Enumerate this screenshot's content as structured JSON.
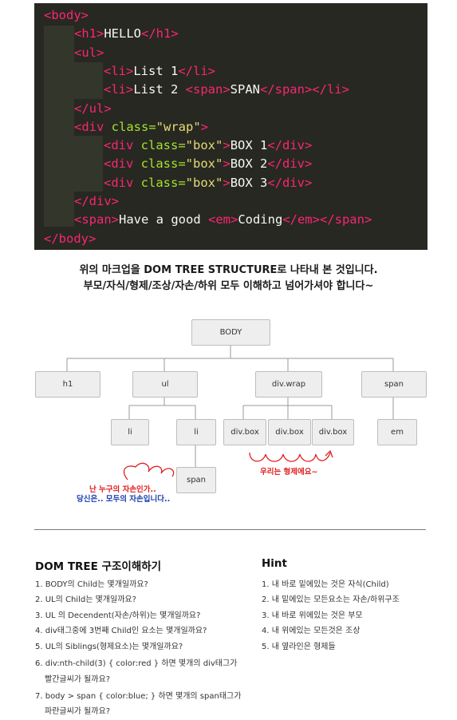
{
  "code": {
    "lines": [
      [
        [
          "tag",
          "<body>"
        ]
      ],
      [
        [
          "tag",
          "<h1>"
        ],
        [
          "txt",
          "HELLO"
        ],
        [
          "tag",
          "</h1>"
        ]
      ],
      [
        [
          "tag",
          "<ul>"
        ]
      ],
      [
        [
          "tag",
          "<li>"
        ],
        [
          "txt",
          "List 1"
        ],
        [
          "tag",
          "</li>"
        ]
      ],
      [
        [
          "tag",
          "<li>"
        ],
        [
          "txt",
          "List 2 "
        ],
        [
          "tag",
          "<span>"
        ],
        [
          "txt",
          "SPAN"
        ],
        [
          "tag",
          "</span></li>"
        ]
      ],
      [
        [
          "tag",
          "</ul>"
        ]
      ],
      [
        [
          "tag",
          "<div "
        ],
        [
          "attr",
          "class="
        ],
        [
          "str",
          "\"wrap\""
        ],
        [
          "tag",
          ">"
        ]
      ],
      [
        [
          "tag",
          "<div "
        ],
        [
          "attr",
          "class="
        ],
        [
          "str",
          "\"box\""
        ],
        [
          "tag",
          ">"
        ],
        [
          "txt",
          "BOX 1"
        ],
        [
          "tag",
          "</div>"
        ]
      ],
      [
        [
          "tag",
          "<div "
        ],
        [
          "attr",
          "class="
        ],
        [
          "str",
          "\"box\""
        ],
        [
          "tag",
          ">"
        ],
        [
          "txt",
          "BOX 2"
        ],
        [
          "tag",
          "</div>"
        ]
      ],
      [
        [
          "tag",
          "<div "
        ],
        [
          "attr",
          "class="
        ],
        [
          "str",
          "\"box\""
        ],
        [
          "tag",
          ">"
        ],
        [
          "txt",
          "BOX 3"
        ],
        [
          "tag",
          "</div>"
        ]
      ],
      [
        [
          "tag",
          "</div>"
        ]
      ],
      [
        [
          "tag",
          "<span>"
        ],
        [
          "txt",
          "Have a good "
        ],
        [
          "tag",
          "<em>"
        ],
        [
          "txt",
          "Coding"
        ],
        [
          "tag",
          "</em></span>"
        ]
      ],
      [
        [
          "tag",
          "</body>"
        ]
      ]
    ]
  },
  "caption": {
    "line1": "위의 마크업을 DOM TREE STRUCTURE로 나타내 본 것입니다.",
    "line2": "부모/자식/형제/조상/자손/하위 모두 이해하고 넘어가셔야 합니다~"
  },
  "tree": {
    "nodes": {
      "body": "BODY",
      "h1": "h1",
      "ul": "ul",
      "divwrap": "div.wrap",
      "span_top": "span",
      "li1": "li",
      "li2": "li",
      "box1": "div.box",
      "box2": "div.box",
      "box3": "div.box",
      "em": "em",
      "span_child": "span"
    },
    "note_descendant_1": "난 누구의 자손인가..",
    "note_descendant_2": "당신은.. 모두의 자손입니다..",
    "note_siblings": "우리는 형제에요~",
    "accent_red": "#e02020",
    "accent_blue": "#1a3fae"
  },
  "questions": {
    "title": "DOM TREE 구조이해하기",
    "items": [
      "1. BODY의 Child는 몇개일까요?",
      "2. UL의 Child는 몇개일까요?",
      "3. UL 의 Decendent(자손/하위)는 몇개일까요?",
      "4. div태그중에 3번째 Child인 요소는 몇개일까요?",
      "5. UL의 Siblings(형제요소)는 몇개일까요?",
      "6. div:nth-child(3) { color:red } 하면 몇개의 div태그가",
      "빨간글씨가 될까요?",
      "7. body > span { color:blue; } 하면 몇개의 span태그가",
      "파란글씨가 될까요?"
    ]
  },
  "hint": {
    "title": "Hint",
    "items": [
      "1. 내 바로 밑에있는 것은 자식(Child)",
      "2. 내 밑에있는 모든요소는 자손/하위구조",
      "3. 내 바로 위에있는 것은 부모",
      "4. 내 위에있는 모든것은 조상",
      "5. 내 옆라인은 형제들"
    ]
  }
}
